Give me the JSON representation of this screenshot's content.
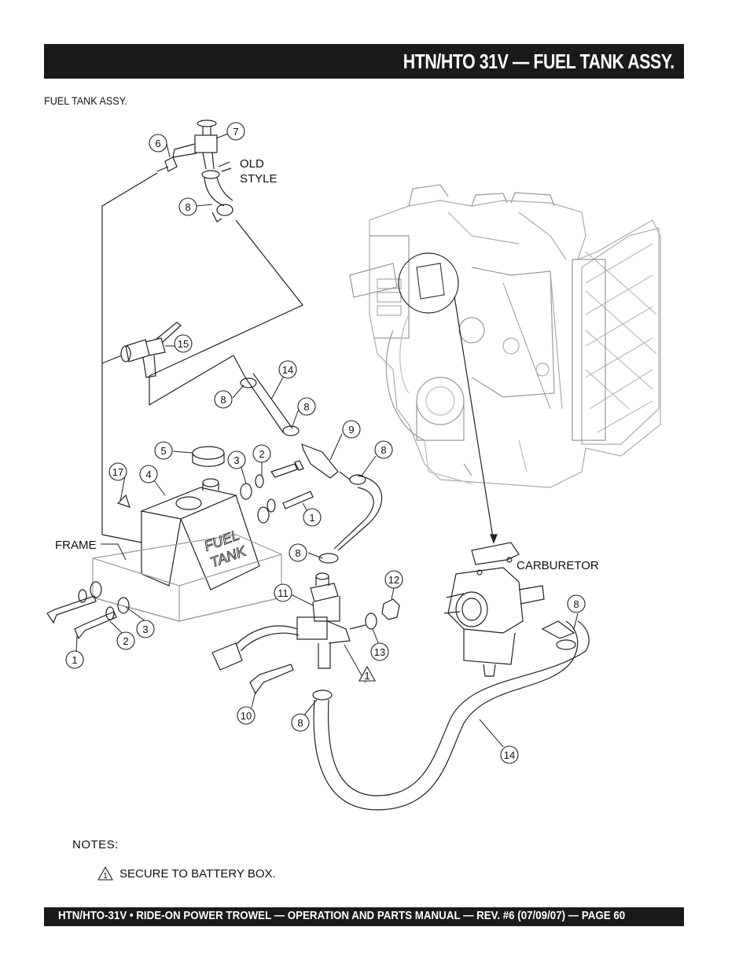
{
  "header": {
    "title": "HTN/HTO 31V — FUEL TANK  ASSY."
  },
  "subtitle": "FUEL TANK ASSY.",
  "diagram": {
    "labels": {
      "old_style": [
        "OLD",
        "STYLE"
      ],
      "frame": "FRAME",
      "carburetor": "CARBURETOR",
      "tank_text": [
        "FUEL",
        "TANK"
      ]
    },
    "callouts": [
      "6",
      "7",
      "8",
      "15",
      "14",
      "8",
      "8",
      "9",
      "8",
      "5",
      "3",
      "2",
      "17",
      "4",
      "1",
      "8",
      "11",
      "12",
      "13",
      "1",
      "10",
      "8",
      "1",
      "2",
      "3",
      "8",
      "14"
    ],
    "note_marker": "1"
  },
  "notes": {
    "heading": "NOTES:",
    "items": [
      {
        "marker": "1",
        "text": "SECURE TO BATTERY BOX."
      }
    ]
  },
  "footer": {
    "text": "HTN/HTO-31V • RIDE-ON POWER TROWEL — OPERATION AND PARTS MANUAL — REV. #6 (07/09/07) — PAGE 60"
  },
  "colors": {
    "bar": "#1a1a1a",
    "bar_text": "#ffffff",
    "line": "#222222"
  }
}
